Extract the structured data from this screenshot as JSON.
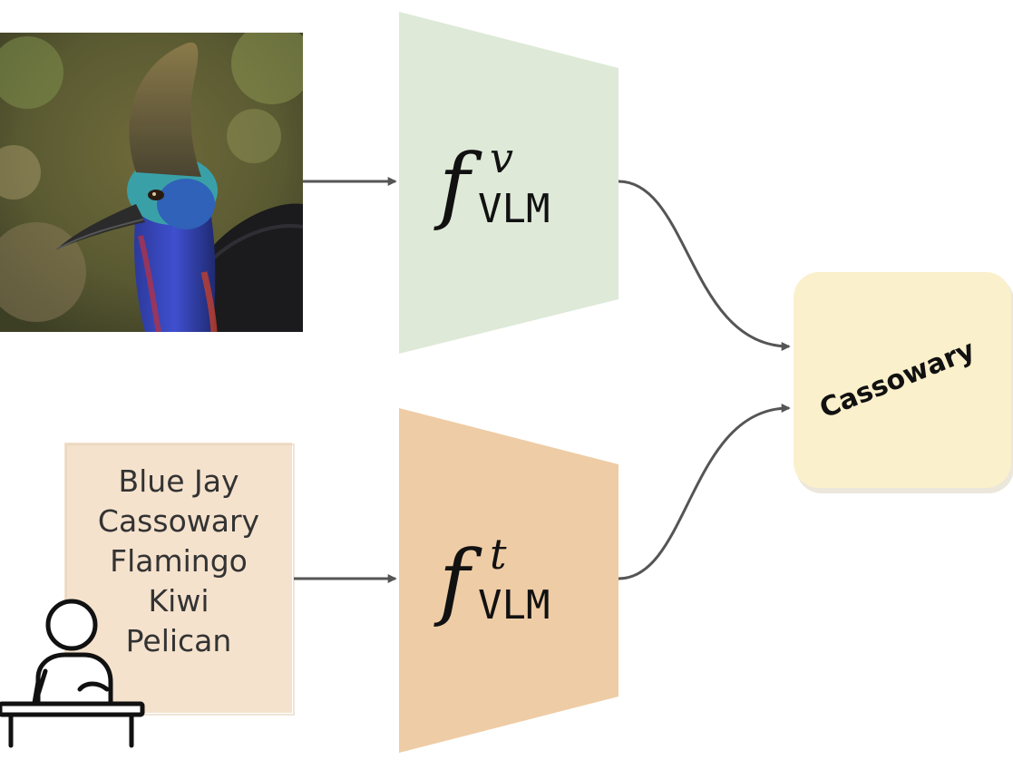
{
  "image_encoder": {
    "func": "f",
    "superscript": "v",
    "subscript": "VLM"
  },
  "text_encoder": {
    "func": "f",
    "superscript": "t",
    "subscript": "VLM"
  },
  "class_names": [
    "Blue Jay",
    "Cassowary",
    "Flamingo",
    "Kiwi",
    "Pelican"
  ],
  "output": {
    "label": "Cassowary"
  },
  "colors": {
    "image_encoder_fill": "#dce8d6",
    "text_encoder_fill": "#edc9a0",
    "class_list_fill": "#f5e2cd",
    "output_fill": "#fbf0cc",
    "arrow": "#555555"
  },
  "icons": {
    "input_image": "cassowary-photo",
    "annotator": "person-writing-at-desk-icon"
  }
}
